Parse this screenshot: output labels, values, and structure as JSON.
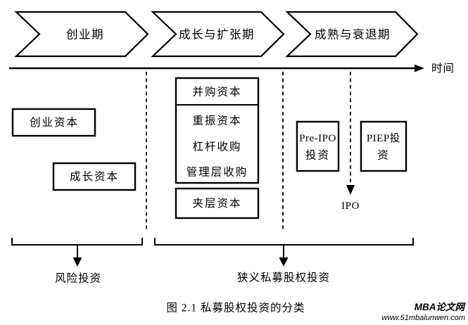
{
  "figure": {
    "stages": [
      {
        "label": "创业期"
      },
      {
        "label": "成长与扩张期"
      },
      {
        "label": "成熟与衰退期"
      }
    ],
    "timeline_label": "时间",
    "early_boxes": {
      "venture_capital": "创业资本",
      "growth_capital": "成长资本"
    },
    "stack": {
      "buyout_capital": "并购资本",
      "revitalization_capital": "重振资本",
      "leveraged_buyout": "杠杆收购",
      "management_buyout": "管理层收购",
      "mezzanine_capital": "夹层资本"
    },
    "late_boxes": {
      "pre_ipo_line1": "Pre-IPO",
      "pre_ipo_line2": "投资",
      "piep_line1": "PIEP投",
      "piep_line2": "资"
    },
    "ipo_label": "IPO",
    "groups": {
      "venture_investment": "风险投资",
      "narrow_private_equity": "狭义私募股权投资"
    },
    "caption": "图 2.1 私募股权投资的分类"
  },
  "watermark": {
    "title": "MBA论文网",
    "url": "www.51mbalunwen.com"
  },
  "colors": {
    "ink": "#000000",
    "watermark_title": "#14142e",
    "url_gradient_start": "#ff49cc",
    "url_gradient_end": "#7157ff"
  }
}
